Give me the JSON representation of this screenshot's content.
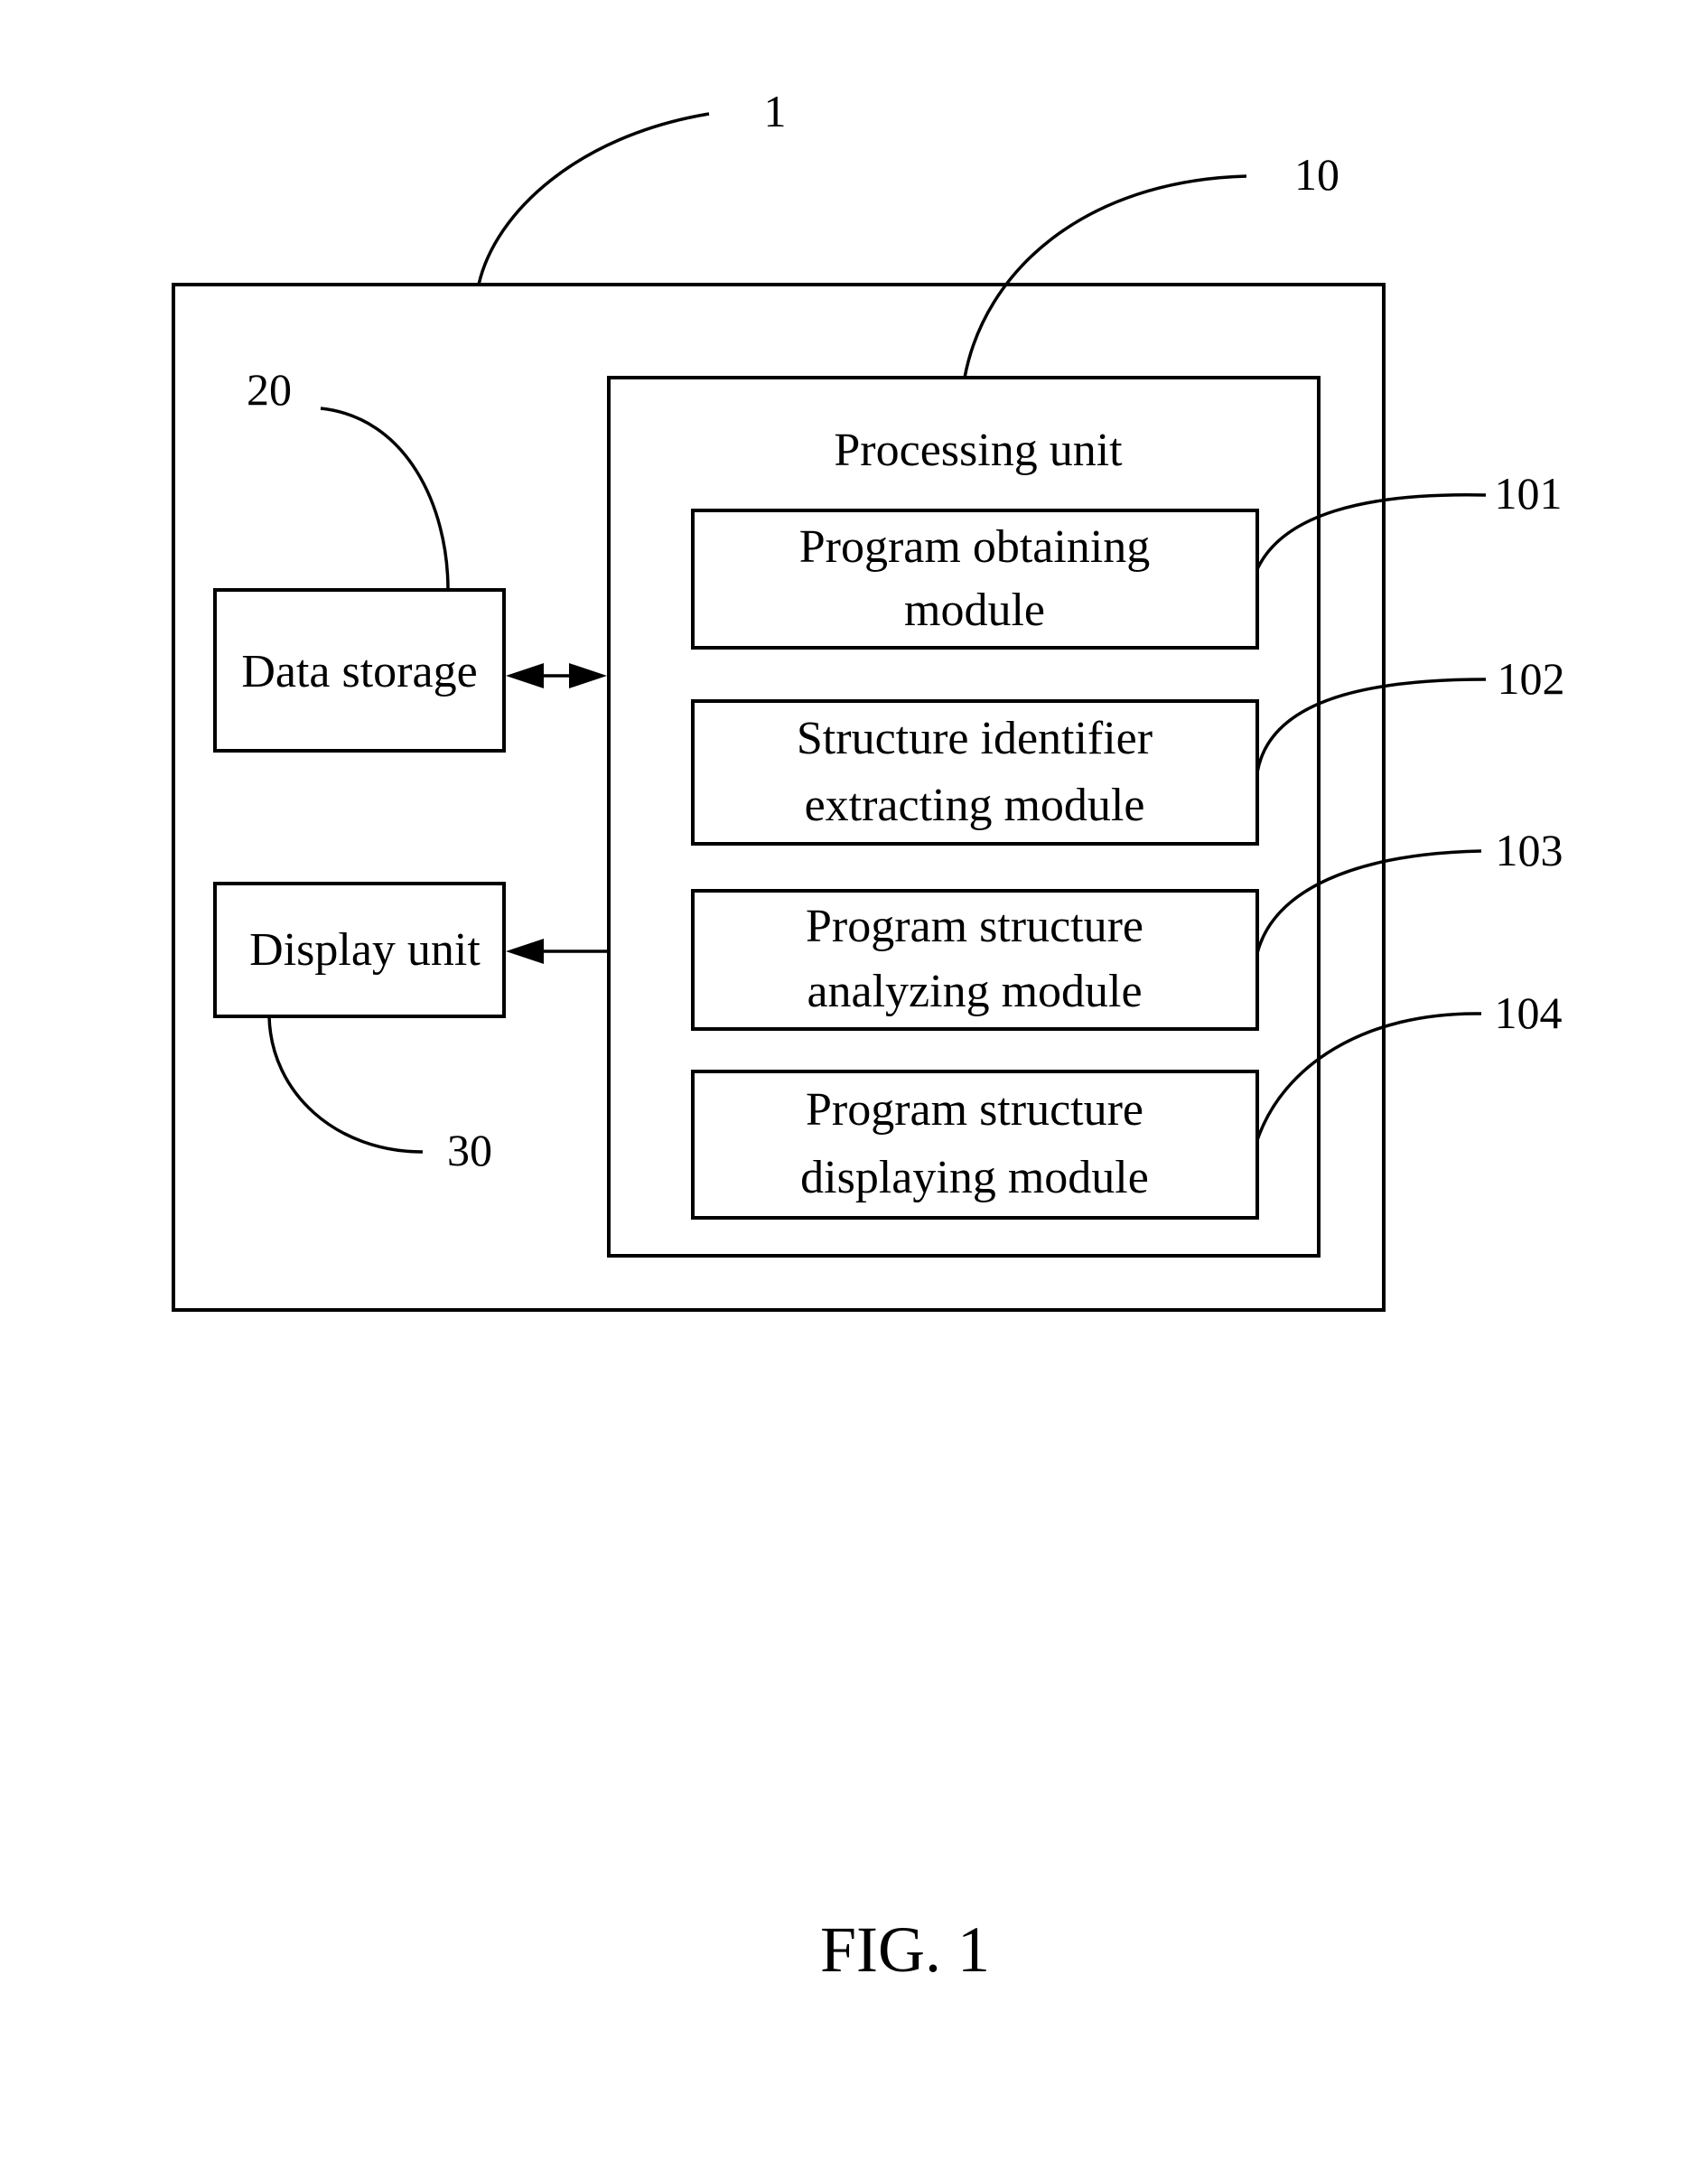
{
  "device": {
    "ref": "1"
  },
  "processing_unit": {
    "ref": "10",
    "label": "Processing unit",
    "modules": [
      {
        "ref": "101",
        "lines": [
          "Program obtaining",
          "module"
        ]
      },
      {
        "ref": "102",
        "lines": [
          "Structure identifier",
          "extracting module"
        ]
      },
      {
        "ref": "103",
        "lines": [
          "Program structure",
          "analyzing module"
        ]
      },
      {
        "ref": "104",
        "lines": [
          "Program structure",
          "displaying module"
        ]
      }
    ]
  },
  "data_storage": {
    "ref": "20",
    "label": "Data storage"
  },
  "display_unit": {
    "ref": "30",
    "label": "Display unit"
  },
  "figure_caption": "FIG. 1"
}
